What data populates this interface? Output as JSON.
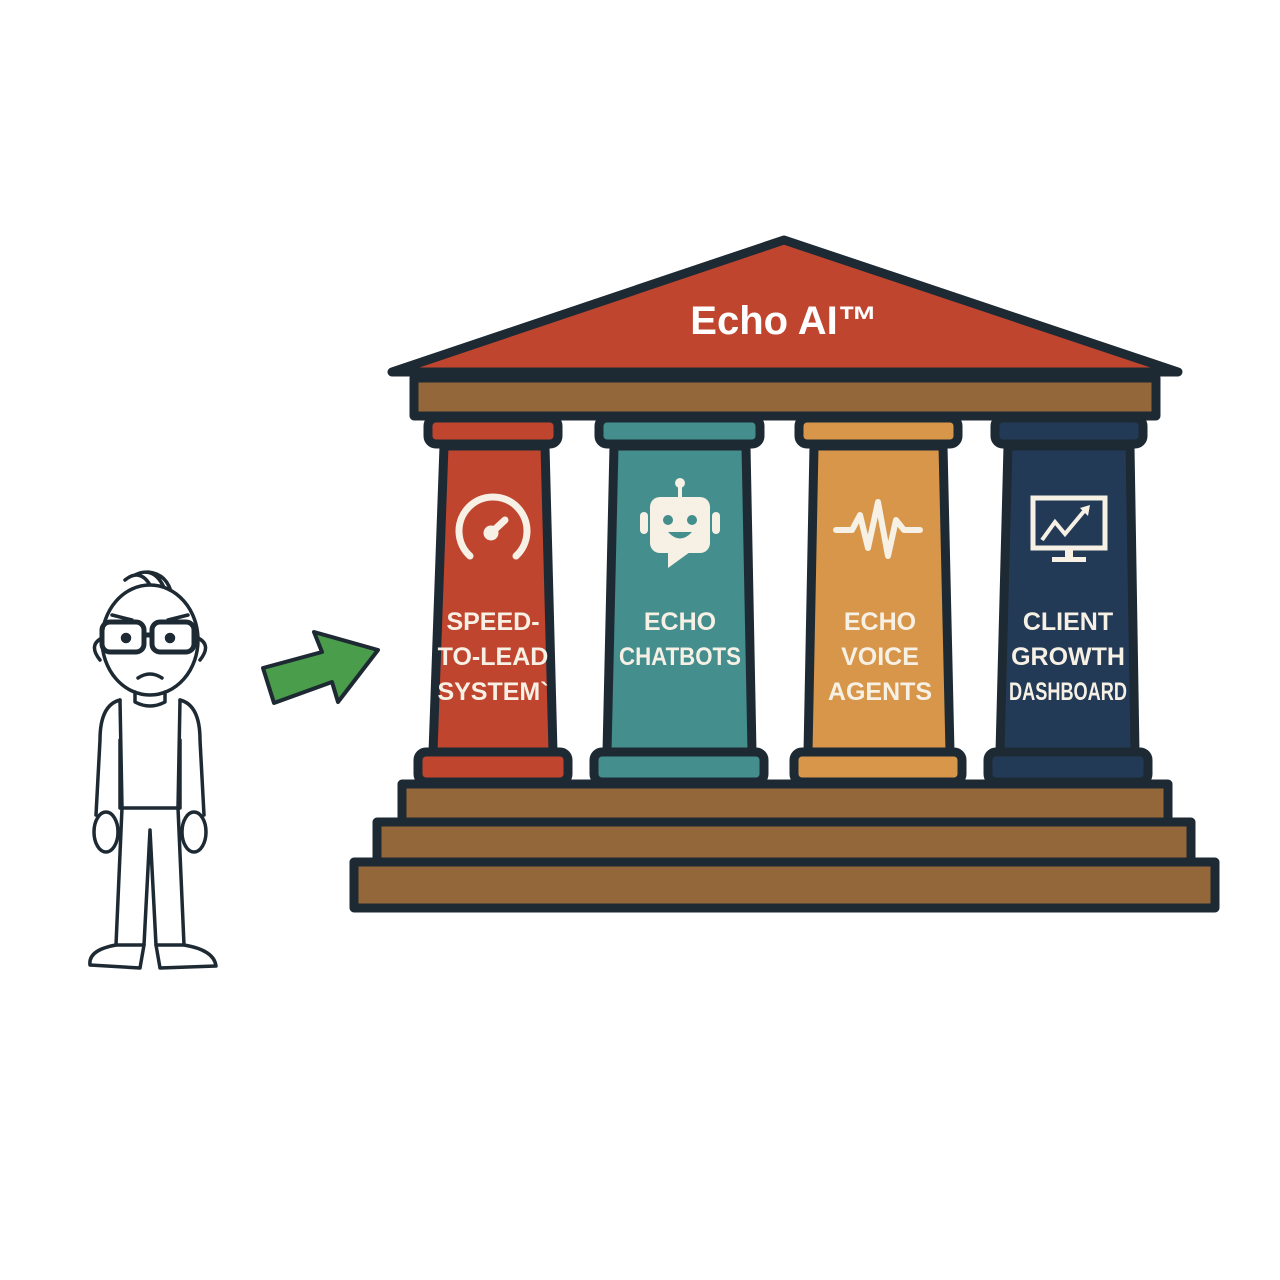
{
  "title": "Echo AI™",
  "colors": {
    "outline": "#1e2a33",
    "roof": "#c0452f",
    "wood": "#94673a",
    "arrow": "#4a9d4a"
  },
  "pillars": [
    {
      "lines": [
        "SPEED-",
        "TO-LEAD",
        "SYSTEM`"
      ],
      "icon": "speedometer-icon",
      "color": "#c0452f"
    },
    {
      "lines": [
        "ECHO",
        "CHATBOTS"
      ],
      "icon": "robot-chat-icon",
      "color": "#448e8e"
    },
    {
      "lines": [
        "ECHO",
        "VOICE",
        "AGENTS"
      ],
      "icon": "waveform-icon",
      "color": "#d7964a"
    },
    {
      "lines": [
        "CLIENT",
        "GROWTH",
        "DASHBOARD"
      ],
      "icon": "monitor-chart-icon",
      "color": "#233a57"
    }
  ]
}
